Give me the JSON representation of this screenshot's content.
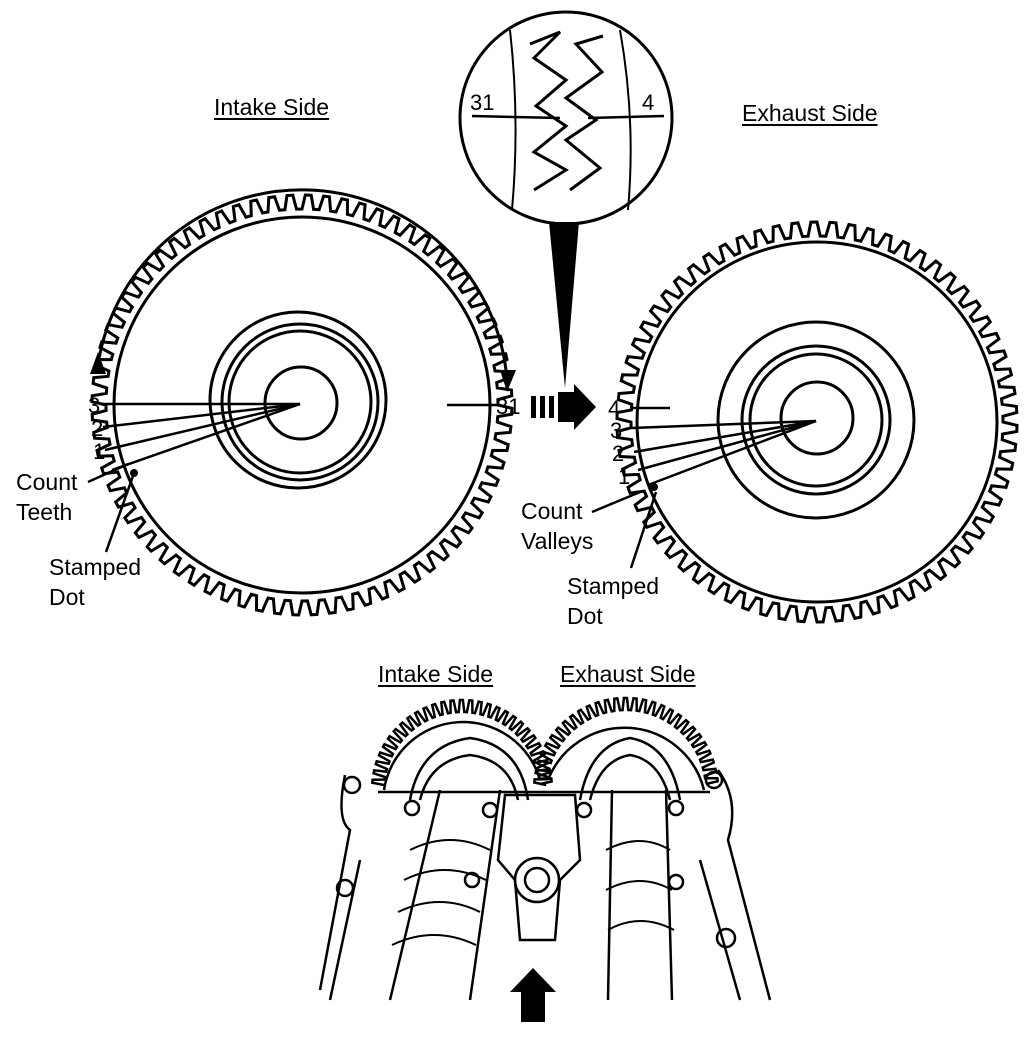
{
  "headings": {
    "intake_top": "Intake Side",
    "exhaust_top": "Exhaust Side",
    "intake_bottom": "Intake Side",
    "exhaust_bottom": "Exhaust Side"
  },
  "intake_gear": {
    "tooth_numbers": [
      "3",
      "2",
      "1"
    ],
    "mark_31": "31",
    "count_label": [
      "Count",
      "Teeth"
    ],
    "dot_label": [
      "Stamped",
      "Dot"
    ]
  },
  "exhaust_gear": {
    "valley_numbers": [
      "4",
      "3",
      "2",
      "1"
    ],
    "count_label": [
      "Count",
      "Valleys"
    ],
    "dot_label": [
      "Stamped",
      "Dot"
    ]
  },
  "zoom_inset": {
    "left_number": "31",
    "right_number": "4"
  },
  "colors": {
    "ink": "#000000",
    "paper": "#ffffff"
  }
}
